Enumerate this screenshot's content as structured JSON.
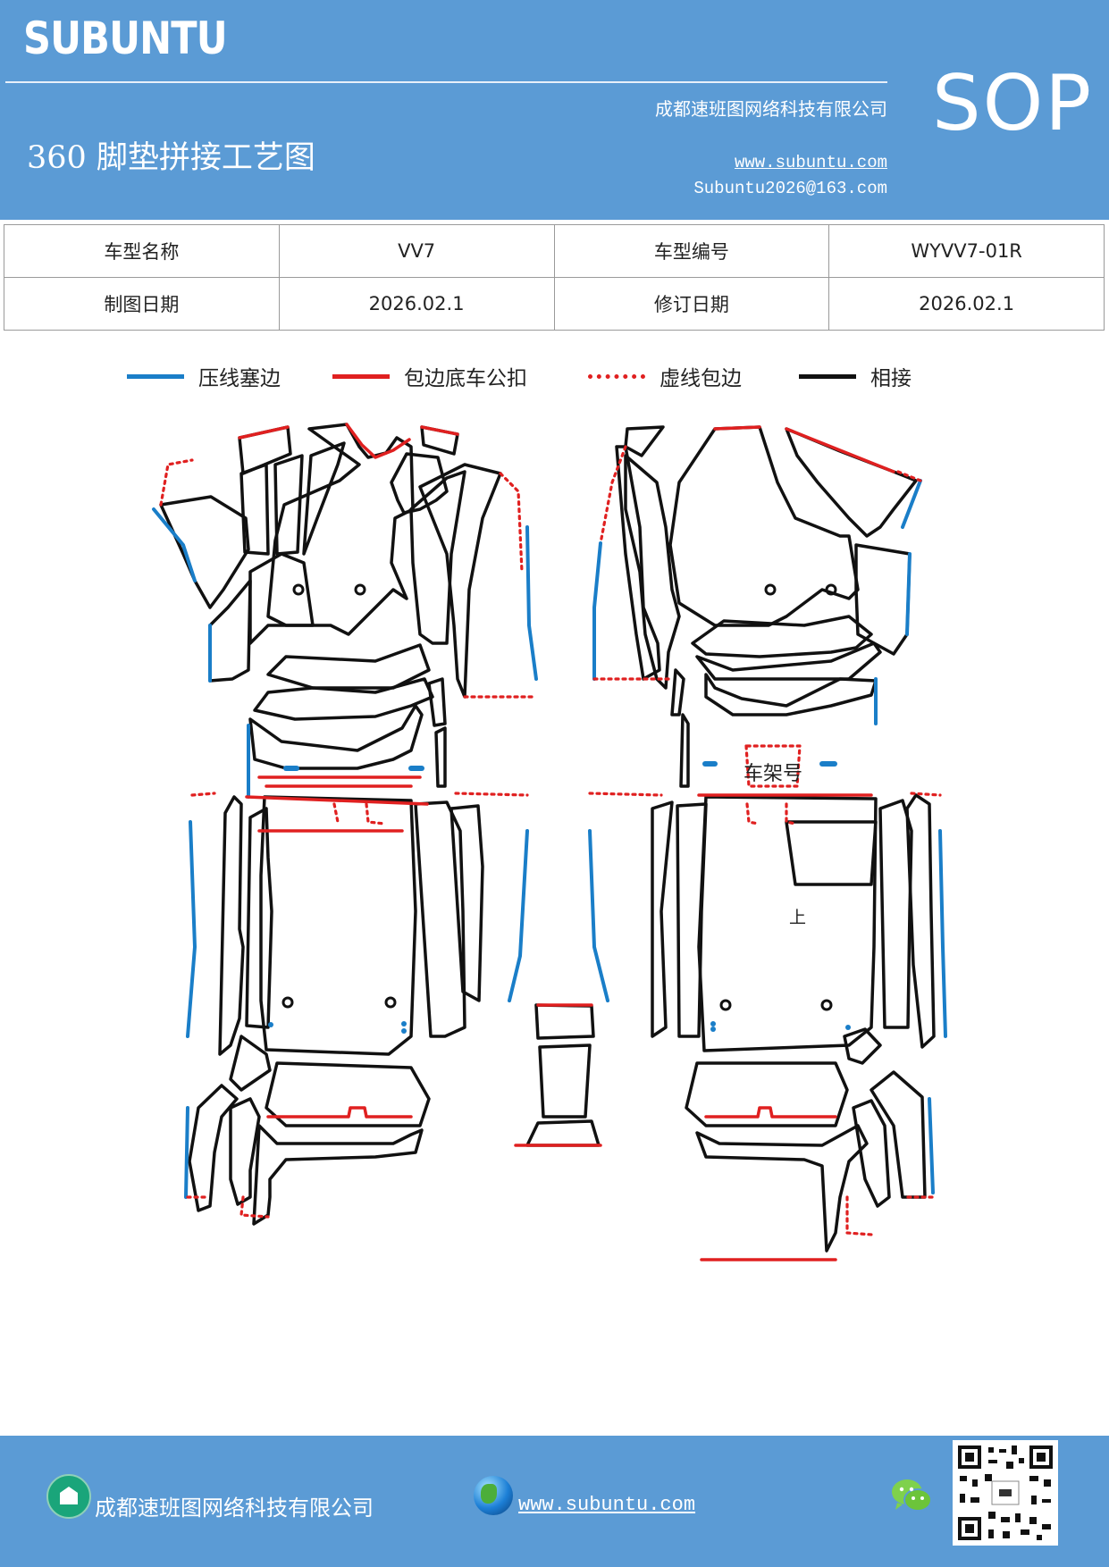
{
  "header": {
    "brand": "SUBUNTU",
    "company": "成都速班图网络科技有限公司",
    "title": "360 脚垫拼接工艺图",
    "website": "www.subuntu.com",
    "email": "Subuntu2026@163.com",
    "badge": "SOP"
  },
  "info_table": {
    "rows": [
      [
        "车型名称",
        "VV7",
        "车型编号",
        "WYVV7-01R"
      ],
      [
        "制图日期",
        "2026.02.1",
        "修订日期",
        "2026.02.1"
      ]
    ]
  },
  "legend": [
    {
      "label": "压线塞边",
      "color": "#1a7ec8",
      "style": "solid"
    },
    {
      "label": "包边底车公扣",
      "color": "#e02020",
      "style": "solid"
    },
    {
      "label": "虚线包边",
      "color": "#e02020",
      "style": "dotted"
    },
    {
      "label": "相接",
      "color": "#111111",
      "style": "solid"
    }
  ],
  "diagram_labels": {
    "frame_number": "车架号",
    "up_mark": "上"
  },
  "footer": {
    "company": "成都速班图网络科技有限公司",
    "website": "www.subuntu.com"
  }
}
